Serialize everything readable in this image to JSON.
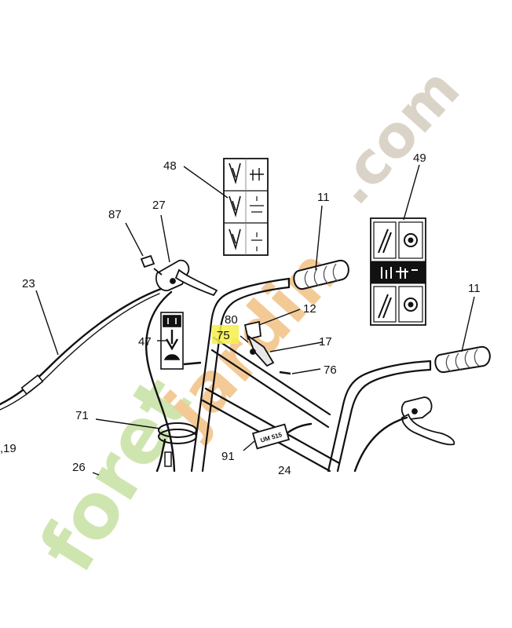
{
  "diagram": {
    "callouts": [
      "48",
      "49",
      "11",
      "11",
      "87",
      "27",
      "23",
      "12",
      "80",
      "75",
      "17",
      "76",
      "47",
      "71",
      "19",
      "26",
      "91",
      "24"
    ],
    "plate_label": "UM 515",
    "highlight_color": "#f5f04a",
    "watermark": {
      "text_a": "foret",
      "text_b": "jardin",
      "text_c": ".com",
      "color_green": "#c9e3a6",
      "color_orange": "#f2c58a",
      "color_gray": "#d6cfc2"
    }
  }
}
